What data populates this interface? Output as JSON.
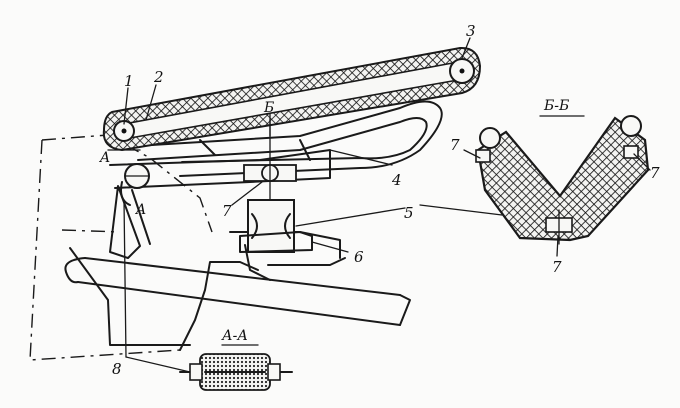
{
  "labels": {
    "n1": "1",
    "n2": "2",
    "n3": "3",
    "n4": "4",
    "n5": "5",
    "n6": "6",
    "n7a": "7",
    "n7b": "7",
    "n7c": "7",
    "n7d": "7",
    "n8": "8",
    "markA_top": "A",
    "markA_bottom": "A",
    "markB": "Б"
  },
  "sections": {
    "bb": "Б-Б",
    "aa": "А-А"
  }
}
